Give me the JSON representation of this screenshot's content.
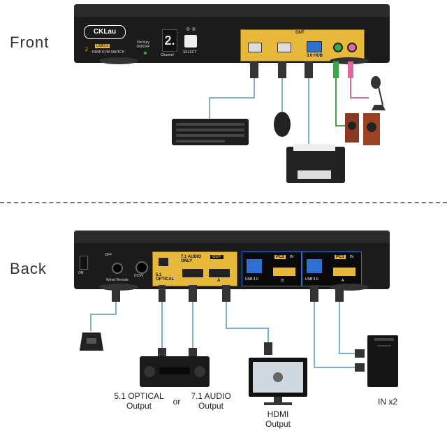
{
  "front": {
    "section_label": "Front",
    "brand": "CKLau",
    "model_line1": "2",
    "model_line2": "HDMI KVM SWITCH",
    "badge": "USB3.0",
    "hotkey": "Hot Key ON/OFF",
    "channel_digit": "2.",
    "channel_label": "Channel",
    "select_nums": "① ②",
    "select_label": "SELECT",
    "out_label": "OUT",
    "usb_hub_label": "3.0 HUB"
  },
  "back": {
    "section_label": "Back",
    "off_label": "OFF",
    "on_label": "ON",
    "wired_remote_label": "Wired Remote",
    "dc_label": "DC5V",
    "out_label": "OUT",
    "optical_label": "5.1 OPTICAL",
    "audio_only_label": "7.1 AUDIO ONLY",
    "pc2_label": "PC2",
    "pc1_label": "PC1",
    "in_label": "IN",
    "usb_label": "USB 3.0",
    "port_b": "B",
    "port_a": "A",
    "hdmi_a": "A"
  },
  "captions": {
    "optical": "5.1 OPTICAL\nOutput",
    "or": "or",
    "audio": "7.1 AUDIO\nOutput",
    "hdmi": "HDMI\nOutput",
    "in": "IN x2"
  },
  "colors": {
    "chassis": "#1b1b1b",
    "panel_gold": "#e8b83a",
    "usb_blue": "#2f6fd0",
    "audio_green": "#3aa84a",
    "mic_pink": "#e06aa0",
    "cable_blue": "#7ab0d8"
  }
}
